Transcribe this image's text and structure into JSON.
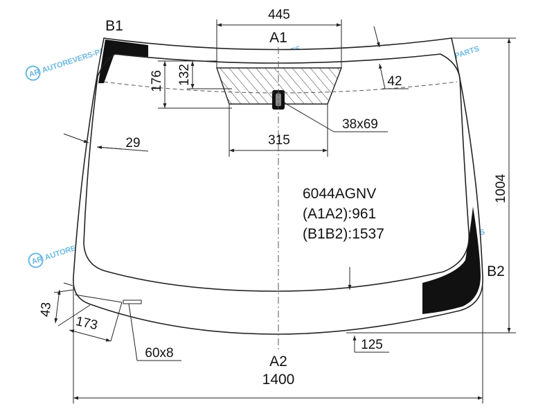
{
  "part_code": "6044AGNV",
  "a1a2": "(A1A2):961",
  "b1b2": "(B1B2):1537",
  "labels": {
    "a1": "A1",
    "a2": "A2",
    "b1": "B1",
    "b2": "B2"
  },
  "dimensions": {
    "top_width": "445",
    "sensor_zone_height_outer": "176",
    "sensor_zone_height_inner": "132",
    "border_top_right": "42",
    "sensor_bracket": "38x69",
    "sensor_zone_bottom_width": "315",
    "side_border": "29",
    "total_height": "1004",
    "bottom_left_height": "43",
    "bottom_left_offset": "173",
    "slot": "60x8",
    "bottom_border": "125",
    "total_width": "1400"
  },
  "watermark": {
    "text": "AUTOREVERS-PARTS",
    "logo": "AR",
    "color": "#3aa0d8"
  }
}
